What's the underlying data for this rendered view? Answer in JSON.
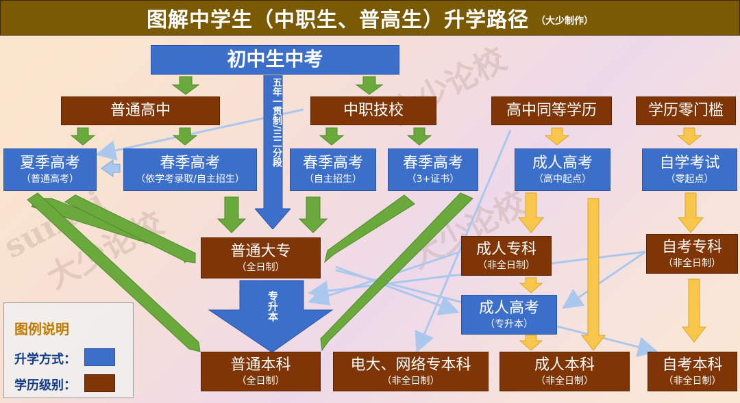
{
  "title": "图解中学生（中职生、普高生）升学路径",
  "title_author": "（大少制作）",
  "watermark_text": "大少论校",
  "watermark_latin": "sunlai",
  "colors": {
    "edu_level": "#7f3506",
    "path": "#3c6fca",
    "green_arrow": "#6aa93b",
    "yellow_arrow": "#f7c64a",
    "light_arrow": "#aac8ee"
  },
  "nodes": {
    "junior": {
      "label": "初中生中考"
    },
    "putong_gaozhong": {
      "label": "普通高中"
    },
    "zhongzhi": {
      "label": "中职技校"
    },
    "gaozhong_tongdeng": {
      "label": "高中同等学历"
    },
    "lingmenkan": {
      "label": "学历零门槛"
    },
    "xiaji": {
      "label": "夏季高考",
      "sub": "（普通高考）"
    },
    "chunji_pu": {
      "label": "春季高考",
      "sub": "（依学考录取/自主招生）"
    },
    "chunji_zhu": {
      "label": "春季高考",
      "sub": "（自主招生）"
    },
    "chunji_3": {
      "label": "春季高考",
      "sub": "（3+证书）"
    },
    "chengren_gk": {
      "label": "成人高考",
      "sub": "（高中起点）"
    },
    "zixue": {
      "label": "自学考试",
      "sub": "（零起点）"
    },
    "putong_dazhuan": {
      "label": "普通大专",
      "sub": "（全日制）"
    },
    "chengren_zk": {
      "label": "成人专科",
      "sub": "（非全日制）"
    },
    "zikao_zk": {
      "label": "自考专科",
      "sub": "（非全日制）"
    },
    "zhuan_sheng_ben": {
      "label": "专升本"
    },
    "chengren_gk2": {
      "label": "成人高考",
      "sub": "（专升本）"
    },
    "putong_benke": {
      "label": "普通本科",
      "sub": "（全日制）"
    },
    "dianda": {
      "label": "电大、网络专本科",
      "sub": "（非全日制）"
    },
    "chengren_bk": {
      "label": "成人本科",
      "sub": "（非全日制）"
    },
    "zikao_bk": {
      "label": "自考本科",
      "sub": "（非全日制）"
    }
  },
  "wunian": "五年一贯制/三二分段",
  "legend": {
    "title": "图例说明",
    "path_label": "升学方式：",
    "level_label": "学历级别："
  }
}
